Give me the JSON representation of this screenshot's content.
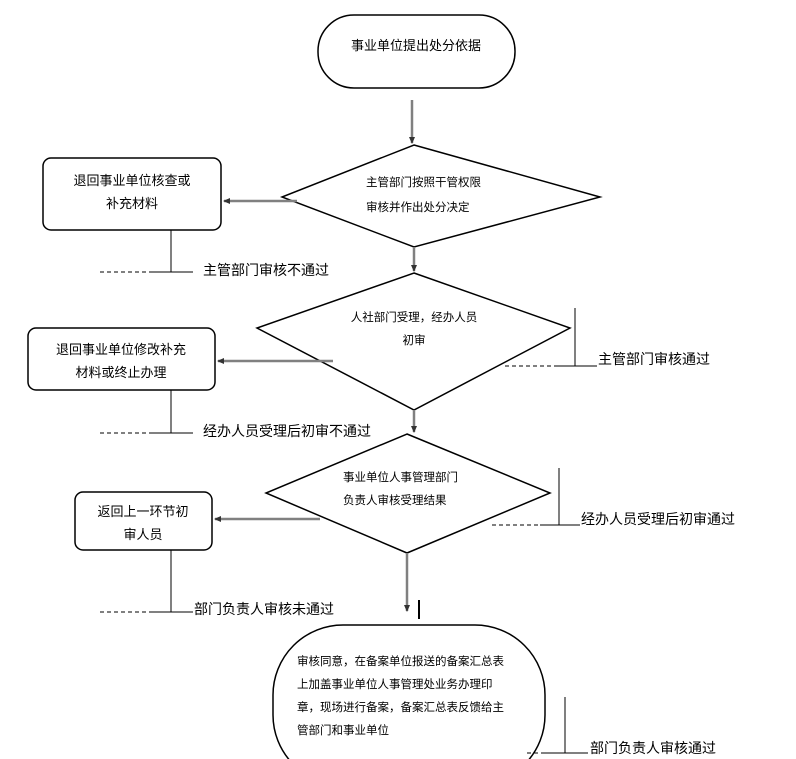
{
  "start": {
    "text": "事业单位提出处分依据"
  },
  "decision1": {
    "lines": [
      "主管部门按照干管权限",
      "审核并作出处分决定"
    ]
  },
  "decision2": {
    "lines": [
      "人社部门受理，经办人员",
      "初审"
    ]
  },
  "decision3": {
    "lines": [
      "事业单位人事管理部门",
      "负责人审核受理结果"
    ]
  },
  "return1": {
    "lines": [
      "退回事业单位核查或",
      "补充材料"
    ]
  },
  "return2": {
    "lines": [
      "退回事业单位修改补充",
      "材料或终止办理"
    ]
  },
  "return3": {
    "lines": [
      "返回上一环节初",
      "审人员"
    ]
  },
  "end": {
    "lines": [
      "审核同意，在备案单位报送的备案汇总表",
      "上加盖事业单位人事管理处业务办理印",
      "章，现场进行备案，备案汇总表反馈给主",
      "管部门和事业单位"
    ]
  },
  "labels": {
    "fail1": "主管部门审核不通过",
    "pass1": "主管部门审核通过",
    "fail2": "经办人员受理后初审不通过",
    "pass2": "经办人员受理后初审通过",
    "fail3": "部门负责人审核未通过",
    "pass3": "部门负责人审核通过"
  }
}
